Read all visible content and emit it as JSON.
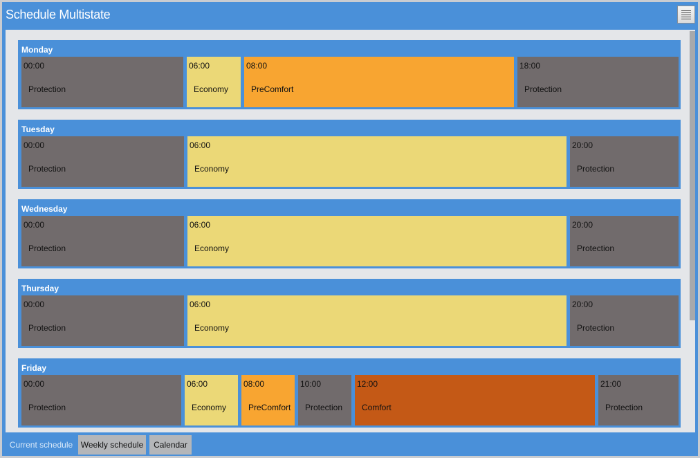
{
  "window": {
    "title": "Schedule Multistate"
  },
  "colors": {
    "Protection": "#716b6c",
    "Economy": "#ebd877",
    "PreComfort": "#f8a531",
    "Comfort": "#c45916",
    "header": "#4a90d9"
  },
  "icons": {
    "menu": "hamburger-menu-icon"
  },
  "days": [
    {
      "name": "Monday",
      "blocks": [
        {
          "time": "00:00",
          "state": "Protection"
        },
        {
          "time": "06:00",
          "state": "Economy"
        },
        {
          "time": "08:00",
          "state": "PreComfort"
        },
        {
          "time": "18:00",
          "state": "Protection"
        }
      ]
    },
    {
      "name": "Tuesday",
      "blocks": [
        {
          "time": "00:00",
          "state": "Protection"
        },
        {
          "time": "06:00",
          "state": "Economy"
        },
        {
          "time": "20:00",
          "state": "Protection"
        }
      ]
    },
    {
      "name": "Wednesday",
      "blocks": [
        {
          "time": "00:00",
          "state": "Protection"
        },
        {
          "time": "06:00",
          "state": "Economy"
        },
        {
          "time": "20:00",
          "state": "Protection"
        }
      ]
    },
    {
      "name": "Thursday",
      "blocks": [
        {
          "time": "00:00",
          "state": "Protection"
        },
        {
          "time": "06:00",
          "state": "Economy"
        },
        {
          "time": "20:00",
          "state": "Protection"
        }
      ]
    },
    {
      "name": "Friday",
      "blocks": [
        {
          "time": "00:00",
          "state": "Protection"
        },
        {
          "time": "06:00",
          "state": "Economy"
        },
        {
          "time": "08:00",
          "state": "PreComfort"
        },
        {
          "time": "10:00",
          "state": "Protection"
        },
        {
          "time": "12:00",
          "state": "Comfort"
        },
        {
          "time": "21:00",
          "state": "Protection"
        }
      ]
    }
  ],
  "tabs": [
    {
      "label": "Current schedule",
      "active": true
    },
    {
      "label": "Weekly schedule",
      "active": false
    },
    {
      "label": "Calendar",
      "active": false
    }
  ]
}
